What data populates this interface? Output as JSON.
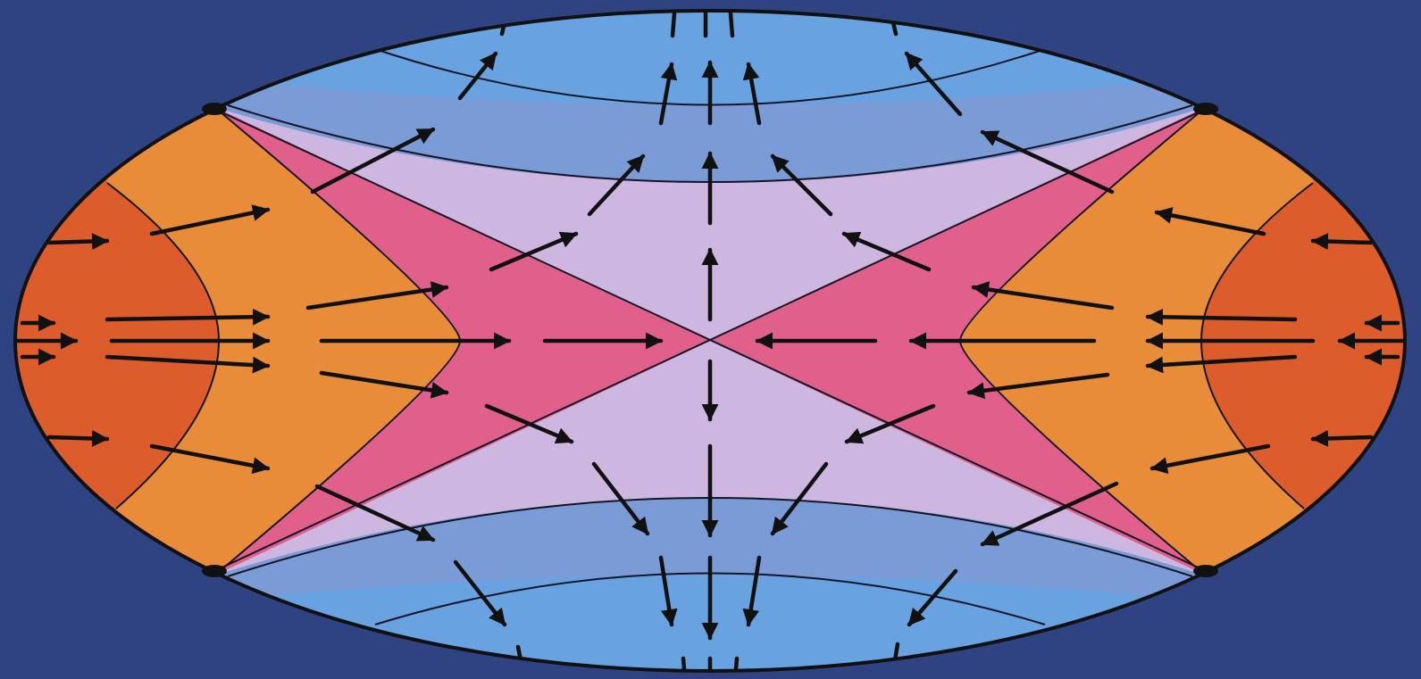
{
  "diagram": {
    "kind": "flow-field-on-ellipse",
    "colors": {
      "background": "#2f4383",
      "outer_blue": "#68a2e0",
      "mid_blue": "#7b9bd6",
      "lavender": "#cdb6e0",
      "pink": "#e0608b",
      "orange": "#e88c3a",
      "deep_orange": "#dc5c2c",
      "line": "#151525",
      "arrow": "#111111"
    },
    "flow_pattern": {
      "horizontal_direction": "inward-to-center",
      "vertical_direction": "outward-from-center",
      "center_type": "saddle-point"
    },
    "regions": [
      {
        "name": "top-outer-band",
        "fill": "outer_blue"
      },
      {
        "name": "top-inner-band",
        "fill": "mid_blue"
      },
      {
        "name": "lavender-x-region",
        "fill": "lavender"
      },
      {
        "name": "pink-x-region",
        "fill": "pink"
      },
      {
        "name": "left-orange-band",
        "fill": "orange"
      },
      {
        "name": "left-deep-orange-cap",
        "fill": "deep_orange"
      },
      {
        "name": "right-orange-band",
        "fill": "orange"
      },
      {
        "name": "right-deep-orange-cap",
        "fill": "deep_orange"
      },
      {
        "name": "bottom-inner-band",
        "fill": "mid_blue"
      },
      {
        "name": "bottom-outer-band",
        "fill": "outer_blue"
      }
    ]
  }
}
